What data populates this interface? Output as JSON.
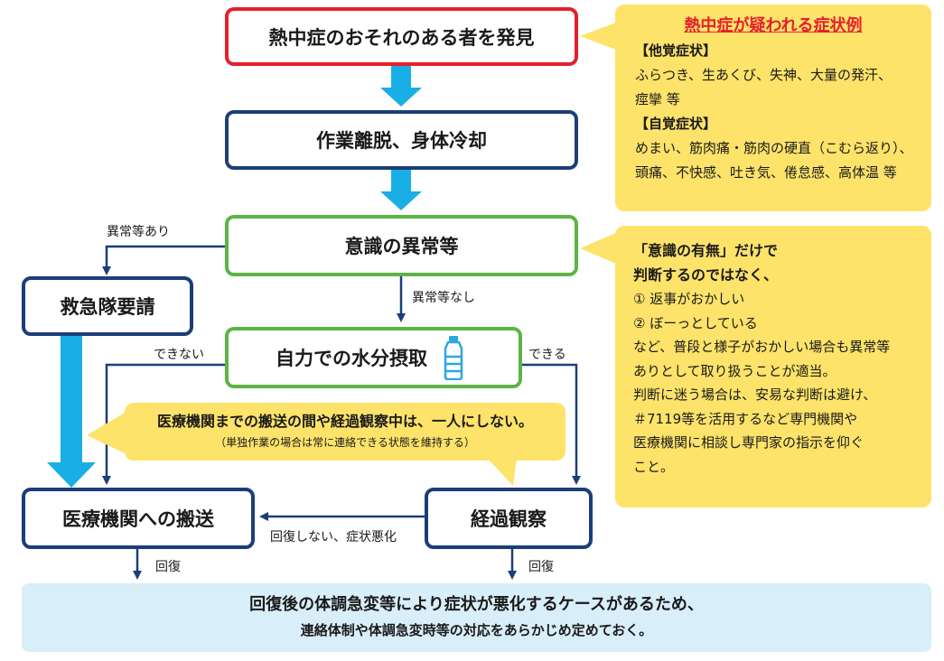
{
  "flow": {
    "discover": "熱中症のおそれのある者を発見",
    "cooling": "作業離脱、身体冷却",
    "consciousness": "意識の異常等",
    "ambulance": "救急隊要請",
    "hydration": "自力での水分摂取",
    "hospital": "医療機関への搬送",
    "observe": "経過観察"
  },
  "labels": {
    "abnormal_yes": "異常等あり",
    "abnormal_no": "異常等なし",
    "cannot": "できない",
    "can": "できる",
    "not_recovered": "回復しない、症状悪化",
    "recovered_left": "回復",
    "recovered_right": "回復"
  },
  "symptoms": {
    "title": "熱中症が疑われる症状例",
    "objective_head": "【他覚症状】",
    "objective_line1": "ふらつき、生あくび、失神、大量の発汗、",
    "objective_line2": "痙攣 等",
    "subjective_head": "【自覚症状】",
    "subjective_line1": "めまい、筋肉痛・筋肉の硬直（こむら返り）、",
    "subjective_line2": "頭痛、不快感、吐き気、倦怠感、高体温 等"
  },
  "note_consciousness": {
    "line1": "「意識の有無」だけで",
    "line2": "判断するのではなく、",
    "line3": "① 返事がおかしい",
    "line4": "② ぼーっとしている",
    "line5": "など、普段と様子がおかしい場合も異常等",
    "line6": "ありとして取り扱うことが適当。",
    "line7": "判断に迷う場合は、安易な判断は避け、",
    "line8": "＃7119等を活用するなど専門機関や",
    "line9": "医療機関に相談し専門家の指示を仰ぐ",
    "line10": "こと。"
  },
  "note_alone": {
    "line1": "医療機関までの搬送の間や経過観察中は、一人にしない。",
    "line2": "（単独作業の場合は常に連絡できる状態を維持する）"
  },
  "footer": {
    "line1": "回復後の体調急変等により症状が悪化するケースがあるため、",
    "line2": "連絡体制や体調急変時等の対応をあらかじめ定めておく。"
  },
  "colors": {
    "red": "#e4202d",
    "navy": "#1c3e78",
    "green": "#5cb445",
    "cyan_arrow": "#1aaee6",
    "yellow_note": "#fde36a",
    "footer_bg": "#d8eef9"
  },
  "icons": {
    "bottle": "water-bottle-icon"
  }
}
